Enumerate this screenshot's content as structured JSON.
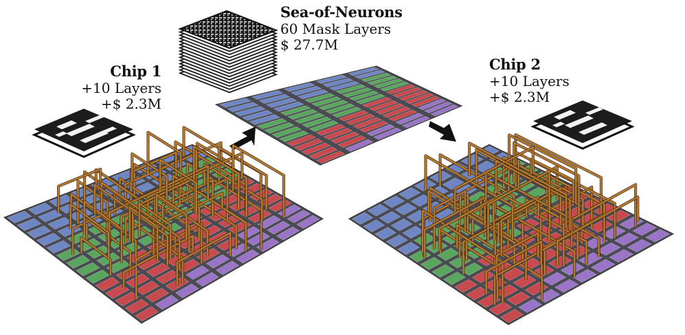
{
  "base_wafer": {
    "title": "Sea-of-Neurons",
    "layers": "60 Mask Layers",
    "cost": "$ 27.7M"
  },
  "chips": [
    {
      "title": "Chip 1",
      "layers": "+10 Layers",
      "cost": "+$ 2.3M"
    },
    {
      "title": "Chip 2",
      "layers": "+10 Layers",
      "cost": "+$ 2.3M"
    }
  ],
  "colors": {
    "blue": "#6f86c4",
    "green": "#5aa65f",
    "red": "#c84a4e",
    "purple": "#9a74c6",
    "wire": "#b4782e",
    "mask": "#1c1c1c"
  },
  "icons": [
    "mask-stack-icon",
    "arrow-down-left-icon",
    "arrow-down-right-icon"
  ]
}
